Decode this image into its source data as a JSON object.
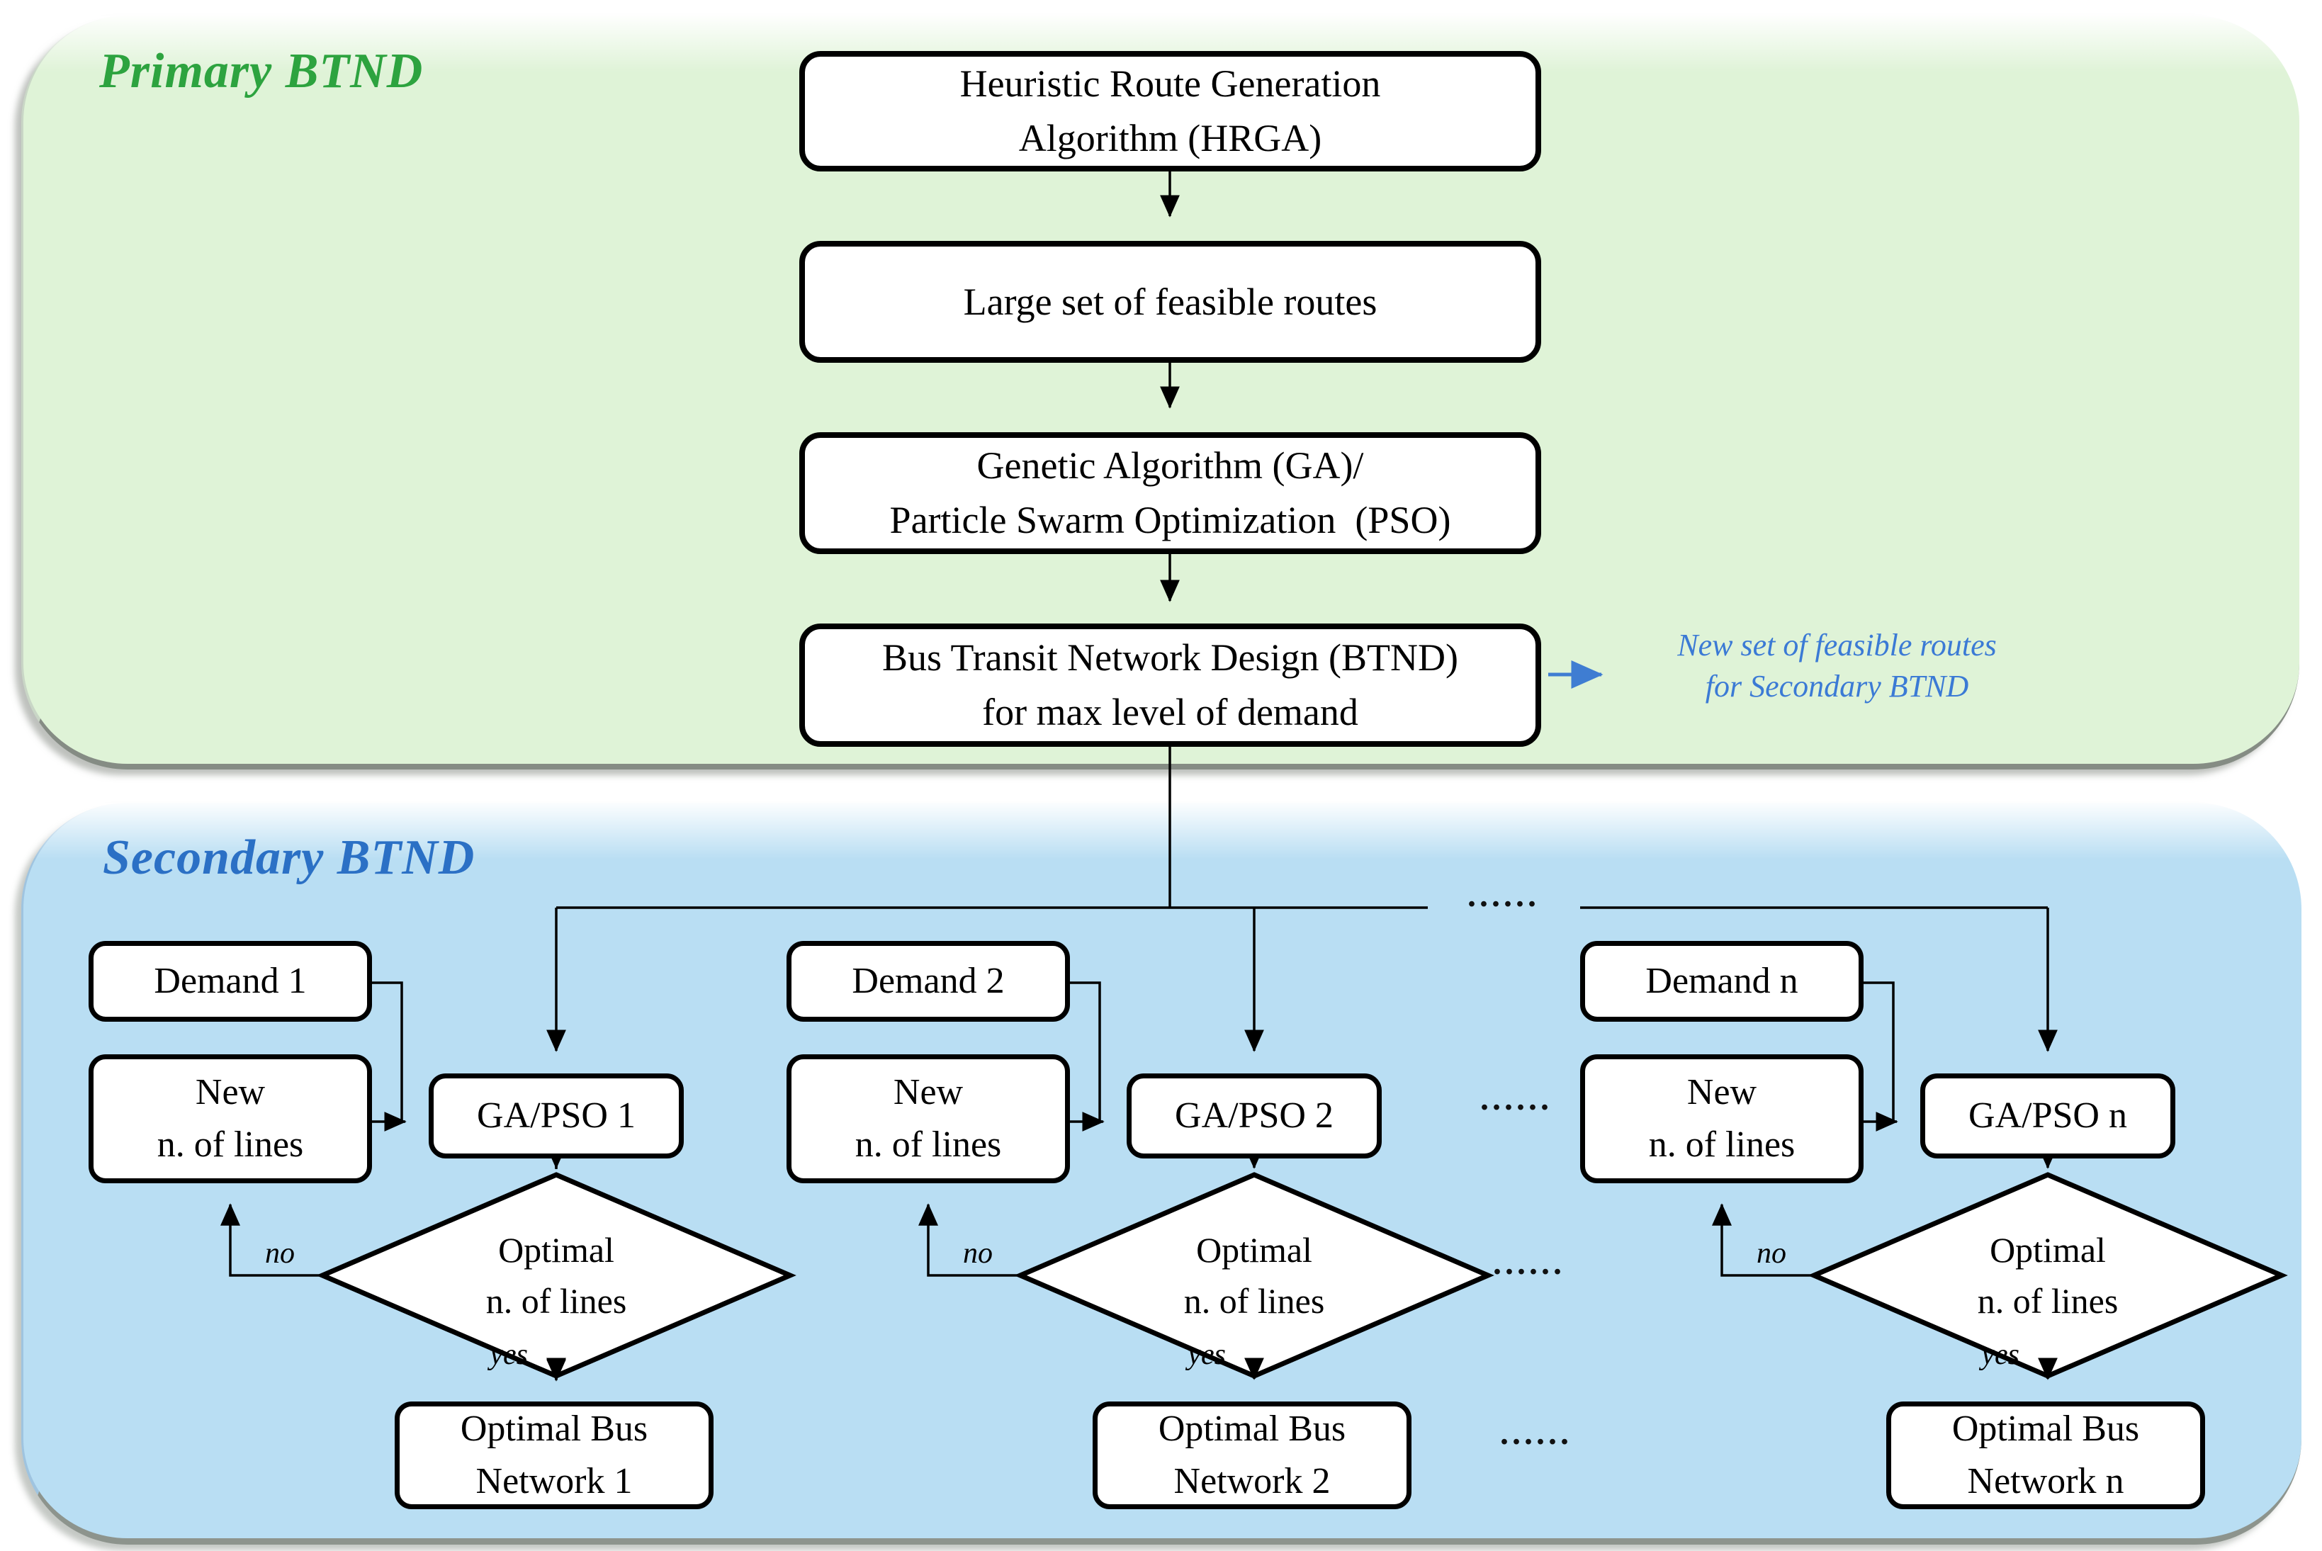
{
  "primary": {
    "title": "Primary BTND",
    "title_color": "#2da33f",
    "panel_color": "#dff3d7",
    "boxes": {
      "hrga": {
        "line1": "Heuristic Route Generation",
        "line2": "Algorithm (HRGA)"
      },
      "routes": {
        "line1": "Large set of feasible routes"
      },
      "gapso": {
        "line1": "Genetic Algorithm (GA)/",
        "line2": "Particle Swarm Optimization  (PSO)"
      },
      "btnd": {
        "line1": "Bus Transit Network Design (BTND)",
        "line2": "for max level of demand"
      }
    },
    "annotation": {
      "line1": "New set of feasible routes",
      "line2": "for Secondary BTND",
      "color": "#3b7ad5",
      "arrow_color": "#3f7dd2"
    }
  },
  "secondary": {
    "title": "Secondary BTND",
    "title_color": "#2b70c5",
    "panel_color": "#b9def3",
    "ellipsis": "......",
    "branches": [
      {
        "demand": "Demand 1",
        "new_line1": "New",
        "new_line2": "n. of lines",
        "gapso": "GA/PSO 1",
        "diamond_line1": "Optimal",
        "diamond_line2": "n. of lines",
        "no_label": "no",
        "yes_label": "yes",
        "result_line1": "Optimal Bus",
        "result_line2": "Network 1"
      },
      {
        "demand": "Demand 2",
        "new_line1": "New",
        "new_line2": "n. of lines",
        "gapso": "GA/PSO 2",
        "diamond_line1": "Optimal",
        "diamond_line2": "n. of lines",
        "no_label": "no",
        "yes_label": "yes",
        "result_line1": "Optimal Bus",
        "result_line2": "Network 2"
      },
      {
        "demand": "Demand n",
        "new_line1": "New",
        "new_line2": "n. of lines",
        "gapso": "GA/PSO n",
        "diamond_line1": "Optimal",
        "diamond_line2": "n. of lines",
        "no_label": "no",
        "yes_label": "yes",
        "result_line1": "Optimal Bus",
        "result_line2": "Network n"
      }
    ]
  },
  "line_color": "#000000"
}
